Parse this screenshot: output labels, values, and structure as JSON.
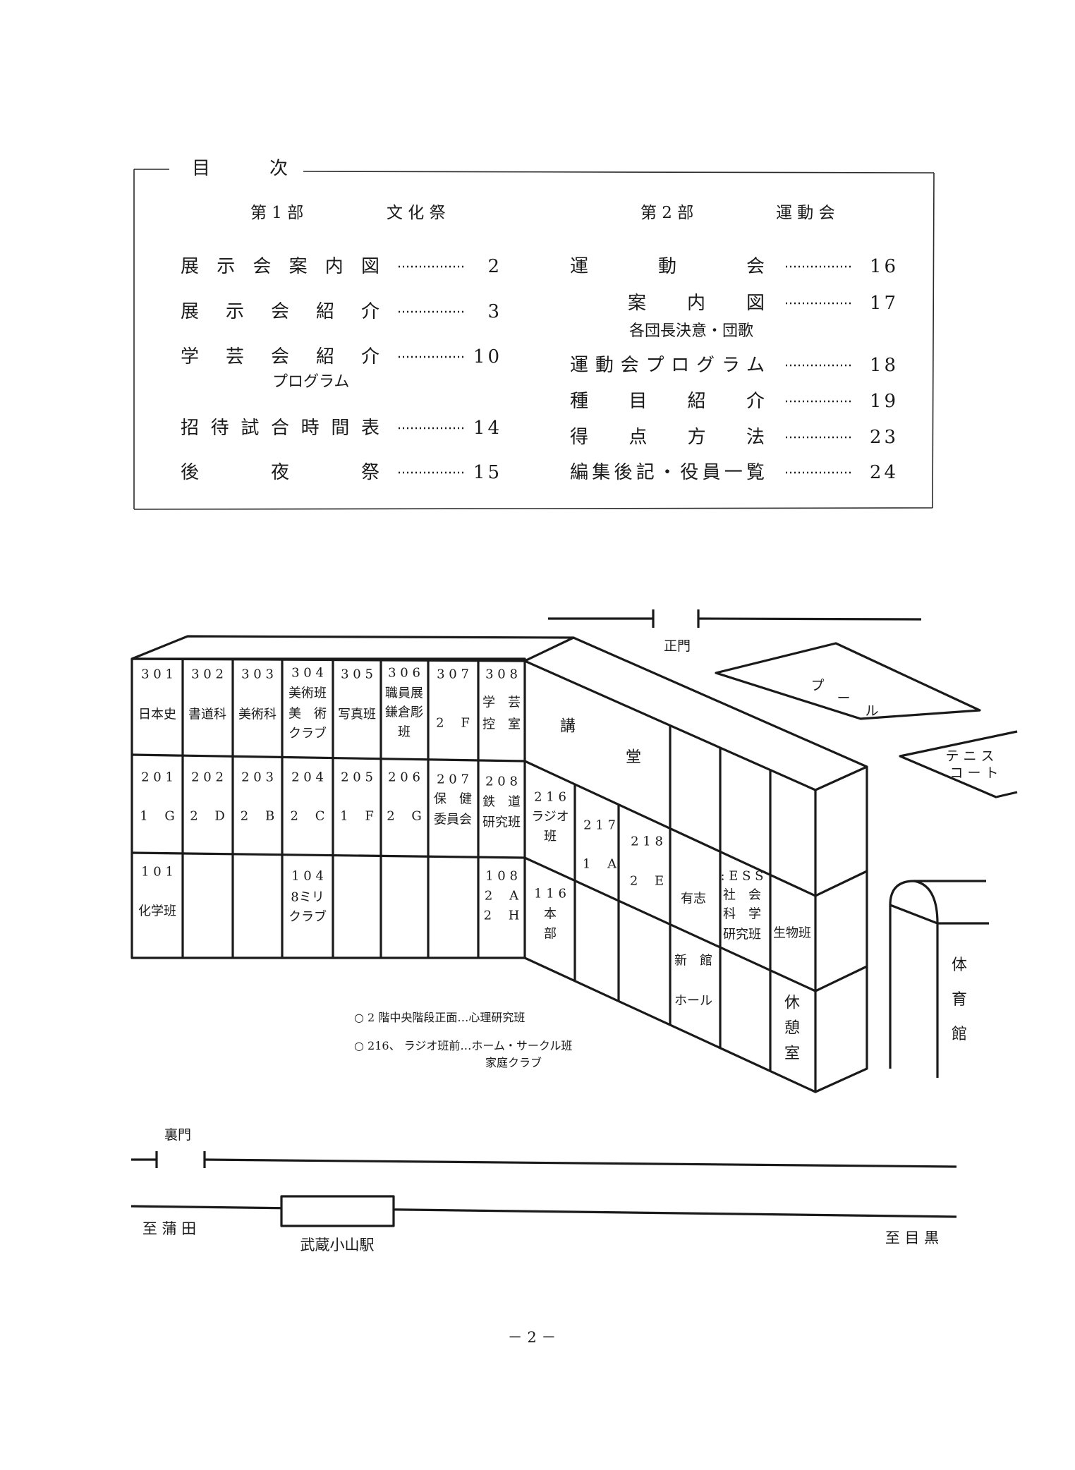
{
  "toc": {
    "title_chars": [
      "目",
      "次"
    ],
    "part1": {
      "heading": "第 1 部",
      "name": "文 化 祭",
      "items": [
        {
          "label": "展示会案内図",
          "page": "2"
        },
        {
          "label": "展示会紹介",
          "page": "3"
        },
        {
          "label": "学芸会紹介",
          "page": "10",
          "sub": "プログラム"
        },
        {
          "label": "招待試合時間表",
          "page": "14"
        },
        {
          "label": "後夜祭",
          "page": "15"
        }
      ]
    },
    "part2": {
      "heading": "第 2 部",
      "name": "運 動 会",
      "items": [
        {
          "label": "運動会",
          "page": "16"
        },
        {
          "label": "案内図",
          "page": "17",
          "sub": "各団長決意・団歌"
        },
        {
          "label": "運動会プログラム",
          "page": "18"
        },
        {
          "label": "種目紹介",
          "page": "19"
        },
        {
          "label": "得点方法",
          "page": "23"
        },
        {
          "label": "編集後記・役員一覧",
          "page": "24"
        }
      ]
    }
  },
  "map": {
    "rooms": [
      [
        "3 0 1",
        "日本史"
      ],
      [
        "3 0 2",
        "書道科"
      ],
      [
        "3 0 3",
        "美術科"
      ],
      [
        "3 0 4",
        "美術班",
        "美　術",
        "クラブ"
      ],
      [
        "3 0 5",
        "写真班"
      ],
      [
        "3 0 6",
        "職員展",
        "鎌倉彫",
        "班"
      ],
      [
        "3 0 7",
        "2　 F"
      ],
      [
        "3 0 8",
        "学　芸",
        "控　室"
      ],
      [
        "2 0 1",
        "1　 G"
      ],
      [
        "2 0 2",
        "2　 D"
      ],
      [
        "2 0 3",
        "2　 B"
      ],
      [
        "2 0 4",
        "2　 C"
      ],
      [
        "2 0 5",
        "1　 F"
      ],
      [
        "2 0 6",
        "2　 G"
      ],
      [
        "2 0 7",
        "保　健",
        "委員会"
      ],
      [
        "2 0 8",
        "鉄　道",
        "研究班"
      ],
      [
        "1 0 1",
        "化学班"
      ],
      [
        "1 0 4",
        "8ミリ",
        "クラブ"
      ],
      [
        "1 0 8",
        "2　 A",
        "2　 H"
      ],
      [
        "2 1 6",
        "ラジオ",
        "班"
      ],
      [
        "2 1 7",
        "1　 A"
      ],
      [
        "2 1 8",
        "2　 E"
      ],
      [
        "有志"
      ],
      [
        ": E S S",
        "社　会",
        "科　学",
        "研究班"
      ],
      [
        "生物班"
      ],
      [
        "1 1 6",
        "本",
        "部"
      ],
      [
        "新　館",
        "ホール"
      ],
      [
        "休",
        "憩",
        "室"
      ],
      [
        "講"
      ],
      [
        "堂"
      ]
    ],
    "main_gate": "正門",
    "back_gate": "裏門",
    "pool": [
      "プ",
      "ー",
      "ル"
    ],
    "tennis": [
      "テニス",
      "コート"
    ],
    "gym": [
      "体",
      "育",
      "館"
    ],
    "notes": [
      "○ 2 階中央階段正面…心理研究班",
      "○ 216、 ラジオ班前…ホーム・サークル班",
      "家庭クラブ"
    ],
    "station": "武蔵小山駅",
    "to_left": "至 蒲 田",
    "to_right": "至 目 黒"
  },
  "page_number": "－ 2 －"
}
